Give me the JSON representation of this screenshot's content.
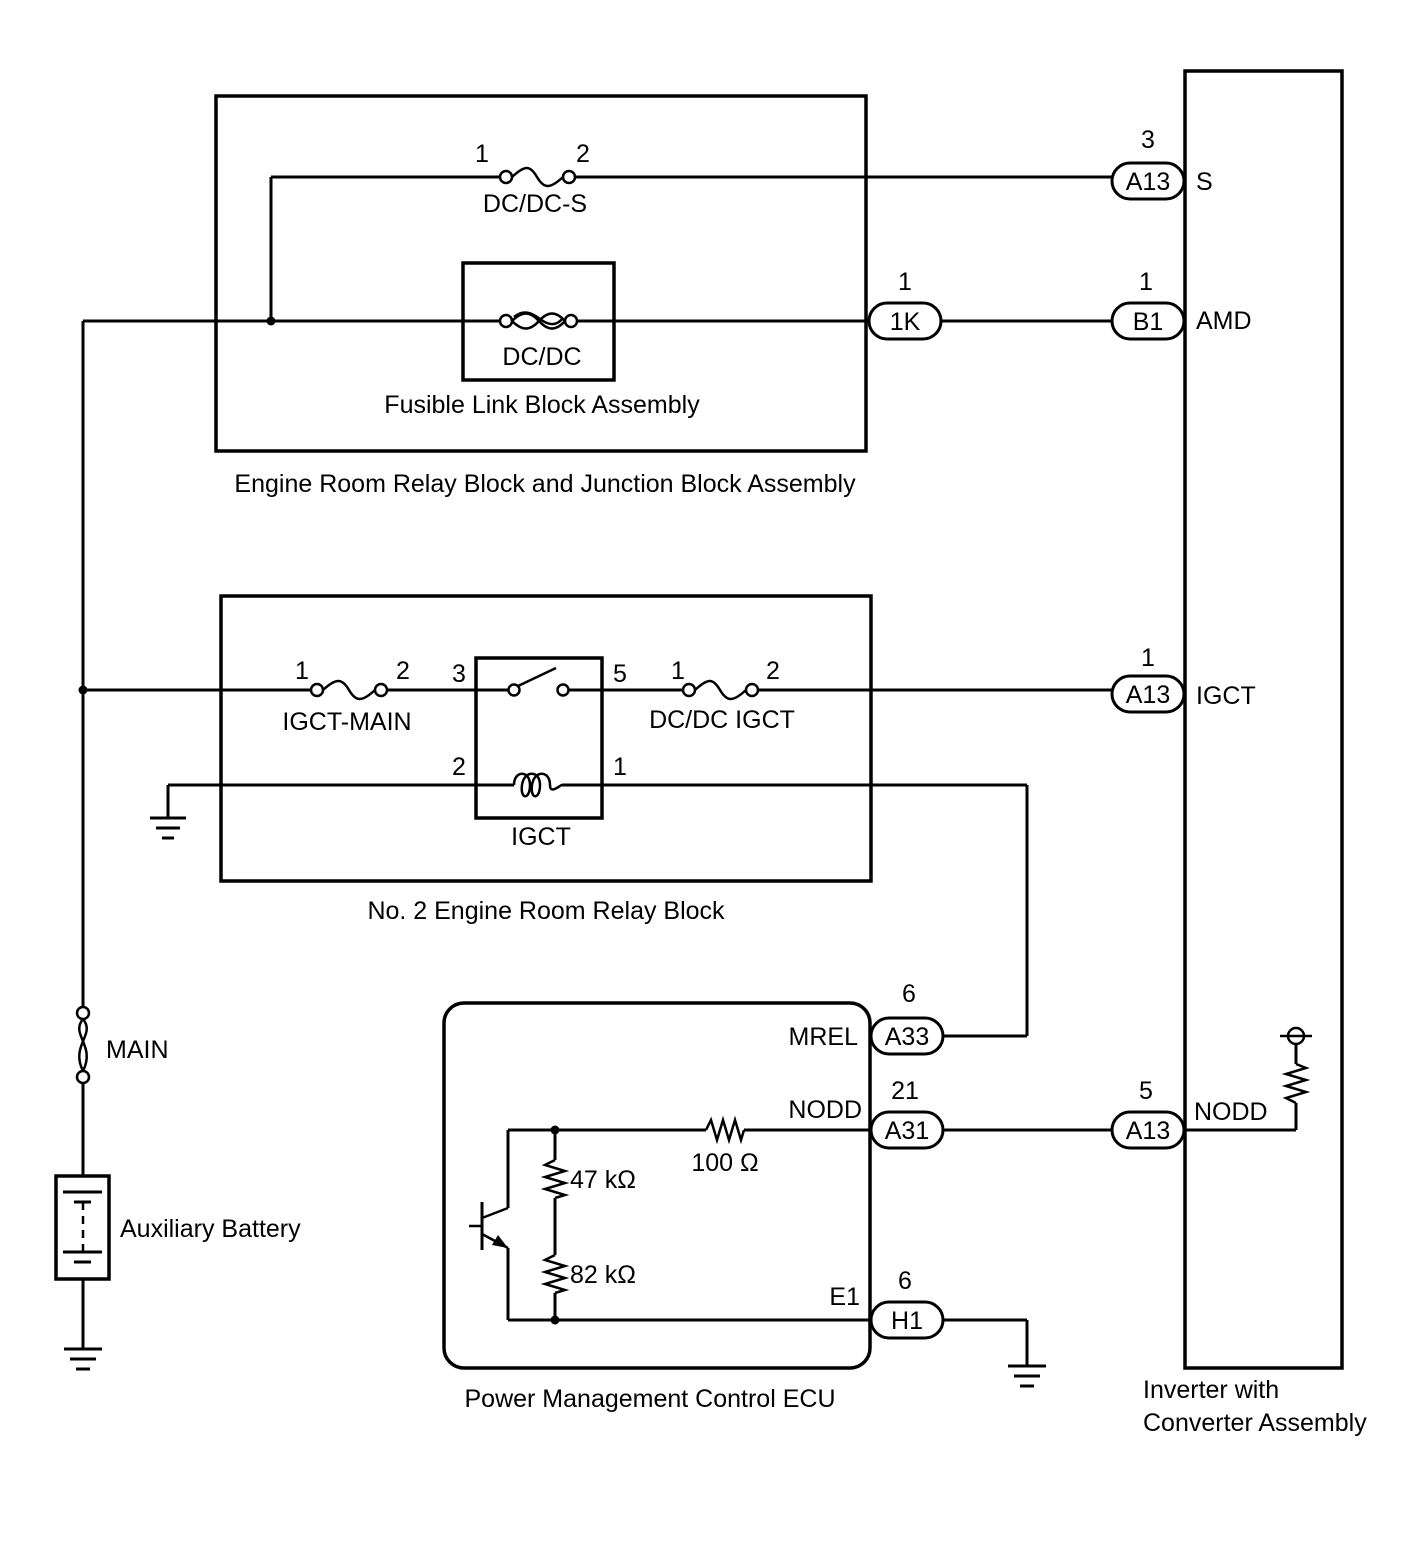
{
  "components": {
    "fusible_link_block": "Fusible Link Block Assembly",
    "engine_room_jb": "Engine Room Relay Block and Junction Block Assembly",
    "no2_relay_block": "No. 2 Engine Room Relay Block",
    "pm_ecu": "Power Management Control ECU",
    "inverter_line1": "Inverter with",
    "inverter_line2": "Converter Assembly",
    "aux_battery": "Auxiliary Battery"
  },
  "fuses": {
    "dcdc_s": "DC/DC-S",
    "dcdc": "DC/DC",
    "igct_main": "IGCT-MAIN",
    "dcdc_igct": "DC/DC IGCT",
    "main": "MAIN"
  },
  "relay": {
    "name": "IGCT"
  },
  "connectors": {
    "a13_s": {
      "id": "A13",
      "pin": "3",
      "signal": "S"
    },
    "k1": {
      "id": "1K",
      "pin": "1"
    },
    "b1_amd": {
      "id": "B1",
      "pin": "1",
      "signal": "AMD"
    },
    "a13_igct": {
      "id": "A13",
      "pin": "1",
      "signal": "IGCT"
    },
    "a33_mrel": {
      "id": "A33",
      "pin": "6",
      "signal": "MREL"
    },
    "a31_nodd": {
      "id": "A31",
      "pin": "21",
      "signal": "NODD"
    },
    "a13_nodd": {
      "id": "A13",
      "pin": "5",
      "signal": "NODD"
    },
    "h1_e1": {
      "id": "H1",
      "pin": "6",
      "signal": "E1"
    }
  },
  "pins": {
    "dcdc_s_1": "1",
    "dcdc_s_2": "2",
    "igct_main_1": "1",
    "igct_main_2": "2",
    "relay_3": "3",
    "relay_5": "5",
    "relay_2": "2",
    "relay_1": "1",
    "dcdc_igct_1": "1",
    "dcdc_igct_2": "2"
  },
  "resistors": {
    "r100": "100 Ω",
    "r47k": "47 kΩ",
    "r82k": "82 kΩ"
  }
}
